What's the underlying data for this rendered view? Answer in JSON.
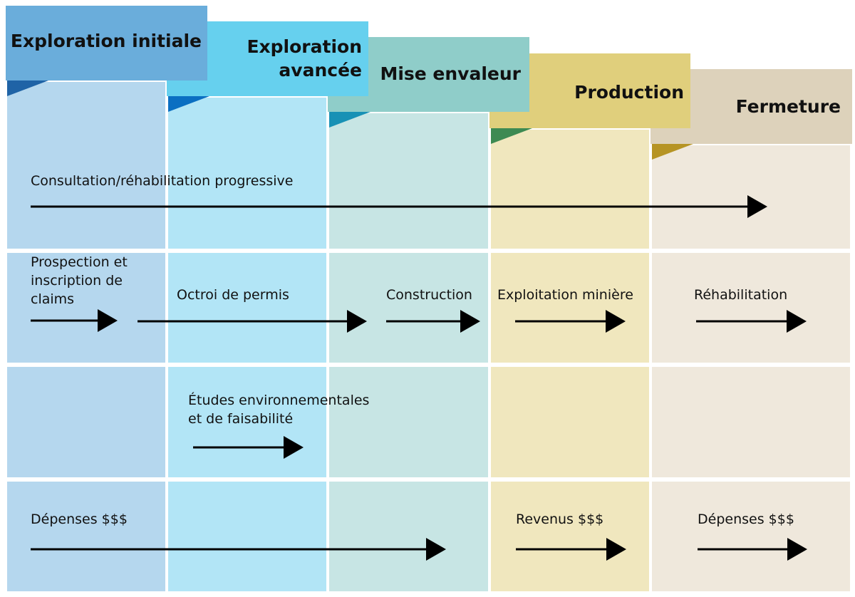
{
  "stages": [
    {
      "label_lines": [
        "Exploration initiale"
      ],
      "header_color": "#6aaddb",
      "fold_color": "#1f63a6",
      "column_color": "#b5d7ee"
    },
    {
      "label_lines": [
        "Exploration",
        "avancée"
      ],
      "header_color": "#66d0ee",
      "fold_color": "#0a6fc2",
      "column_color": "#b2e5f6"
    },
    {
      "label_lines": [
        "Mise envaleur"
      ],
      "header_color": "#8fcdc9",
      "fold_color": "#1891b5",
      "column_color": "#c7e5e4"
    },
    {
      "label_lines": [
        "Production"
      ],
      "header_color": "#e0cf7c",
      "fold_color": "#3d8a52",
      "column_color": "#f0e7be"
    },
    {
      "label_lines": [
        "Fermeture"
      ],
      "header_color": "#ddd2bb",
      "fold_color": "#b69424",
      "column_color": "#efe8dc"
    }
  ],
  "activities": [
    {
      "label_lines": [
        "Consultation/réhabilitation progressive"
      ]
    },
    {
      "label_lines": [
        "Prospection et",
        "inscription de",
        "claims"
      ]
    },
    {
      "label_lines": [
        "Octroi de permis"
      ]
    },
    {
      "label_lines": [
        "Construction"
      ]
    },
    {
      "label_lines": [
        "Exploitation minière"
      ]
    },
    {
      "label_lines": [
        "Réhabilitation"
      ]
    },
    {
      "label_lines": [
        "Études environnementales",
        "et de faisabilité"
      ]
    },
    {
      "label_lines": [
        "Dépenses $$$"
      ]
    },
    {
      "label_lines": [
        "Revenus $$$"
      ]
    },
    {
      "label_lines": [
        "Dépenses $$$"
      ]
    }
  ],
  "colors": {
    "arrow": "#000000",
    "text": "#111111"
  }
}
